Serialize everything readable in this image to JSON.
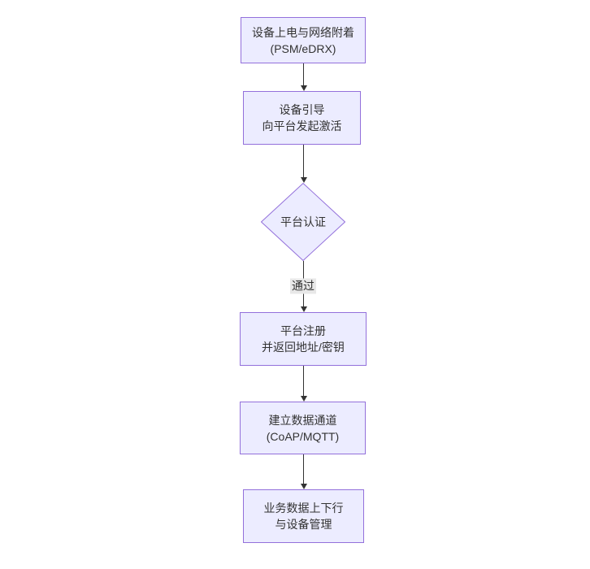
{
  "diagram": {
    "type": "flowchart",
    "direction": "top-down",
    "colors": {
      "background": "#ffffff",
      "node_fill": "#ECECFF",
      "node_border": "#9370DB",
      "edge_line": "#333333",
      "text": "#333333",
      "edge_label_bg": "#e8e8e8"
    },
    "nodes": [
      {
        "id": "power-attach",
        "shape": "rect",
        "line1": "设备上电与网络附着",
        "line2": "(PSM/eDRX)"
      },
      {
        "id": "bootstrap",
        "shape": "rect",
        "line1": "设备引导",
        "line2": "向平台发起激活"
      },
      {
        "id": "platform-auth",
        "shape": "diamond",
        "line1": "平台认证",
        "line2": ""
      },
      {
        "id": "platform-register",
        "shape": "rect",
        "line1": "平台注册",
        "line2": "并返回地址/密钥"
      },
      {
        "id": "data-channel",
        "shape": "rect",
        "line1": "建立数据通道",
        "line2": "(CoAP/MQTT)"
      },
      {
        "id": "business-data",
        "shape": "rect",
        "line1": "业务数据上下行",
        "line2": "与设备管理"
      }
    ],
    "edges": [
      {
        "from": "power-attach",
        "to": "bootstrap",
        "label": ""
      },
      {
        "from": "bootstrap",
        "to": "platform-auth",
        "label": ""
      },
      {
        "from": "platform-auth",
        "to": "platform-register",
        "label": "通过"
      },
      {
        "from": "platform-register",
        "to": "data-channel",
        "label": ""
      },
      {
        "from": "data-channel",
        "to": "business-data",
        "label": ""
      }
    ]
  }
}
